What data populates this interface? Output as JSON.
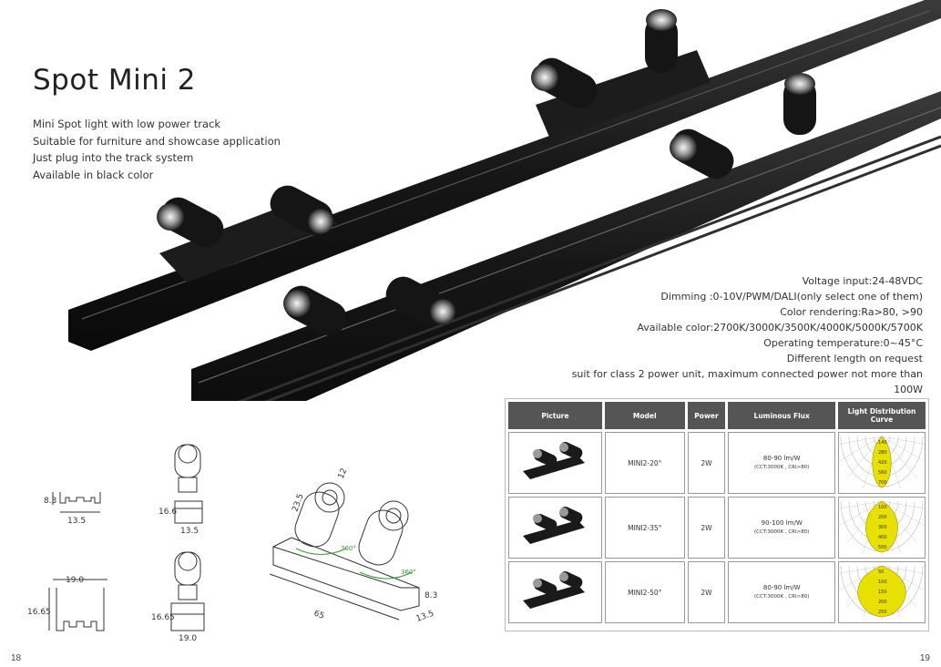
{
  "title": "Spot Mini 2",
  "features": [
    "Mini Spot light with low power track",
    "Suitable for furniture and showcase application",
    "Just plug into the track system",
    "Available in black color"
  ],
  "specs": [
    "Voltage input:24-48VDC",
    "Dimming :0-10V/PWM/DALI(only select one of them)",
    "Color rendering:Ra>80, >90",
    "Available color:2700K/3000K/3500K/4000K/5000K/5700K",
    "Operating temperature:0~45°C",
    "Different length on request",
    "suit for class 2 power unit, maximum connected power not more than 100W"
  ],
  "table": {
    "headers": [
      "Picture",
      "Model",
      "Power",
      "Luminous Flux",
      "Light Distribution Curve"
    ],
    "rows": [
      {
        "model": "MINI2-20°",
        "power": "2W",
        "flux": "80-90 lm/W",
        "flux_note": "(CCT:3000K , CRI>80)",
        "curve_labels": [
          "140",
          "280",
          "420",
          "560",
          "700"
        ]
      },
      {
        "model": "MINI2-35°",
        "power": "2W",
        "flux": "90-100 lm/W",
        "flux_note": "(CCT:3000K , CRI>80)",
        "curve_labels": [
          "100",
          "200",
          "300",
          "400",
          "500"
        ]
      },
      {
        "model": "MINI2-50°",
        "power": "2W",
        "flux": "80-90 lm/W",
        "flux_note": "(CCT:3000K , CRI>80)",
        "curve_labels": [
          "50",
          "100",
          "150",
          "200",
          "250"
        ]
      }
    ]
  },
  "dimensions": {
    "profile1_height": "8.3",
    "profile1_width": "13.5",
    "profile2_height": "16.65",
    "profile2_width": "19.0",
    "spot1_height": "16.6",
    "spot1_width": "13.5",
    "spot2_height": "16.65",
    "spot2_width": "19.0",
    "iso_head": "12",
    "iso_body": "23.5",
    "iso_rot1": "360°",
    "iso_rot2": "360°",
    "iso_height": "8.3",
    "iso_length": "65",
    "iso_width": "13.5"
  },
  "page_left": "18",
  "page_right": "19",
  "colors": {
    "header_bg": "#555555",
    "product": "#1a1a1a",
    "curve_fill": "#e8e000"
  }
}
